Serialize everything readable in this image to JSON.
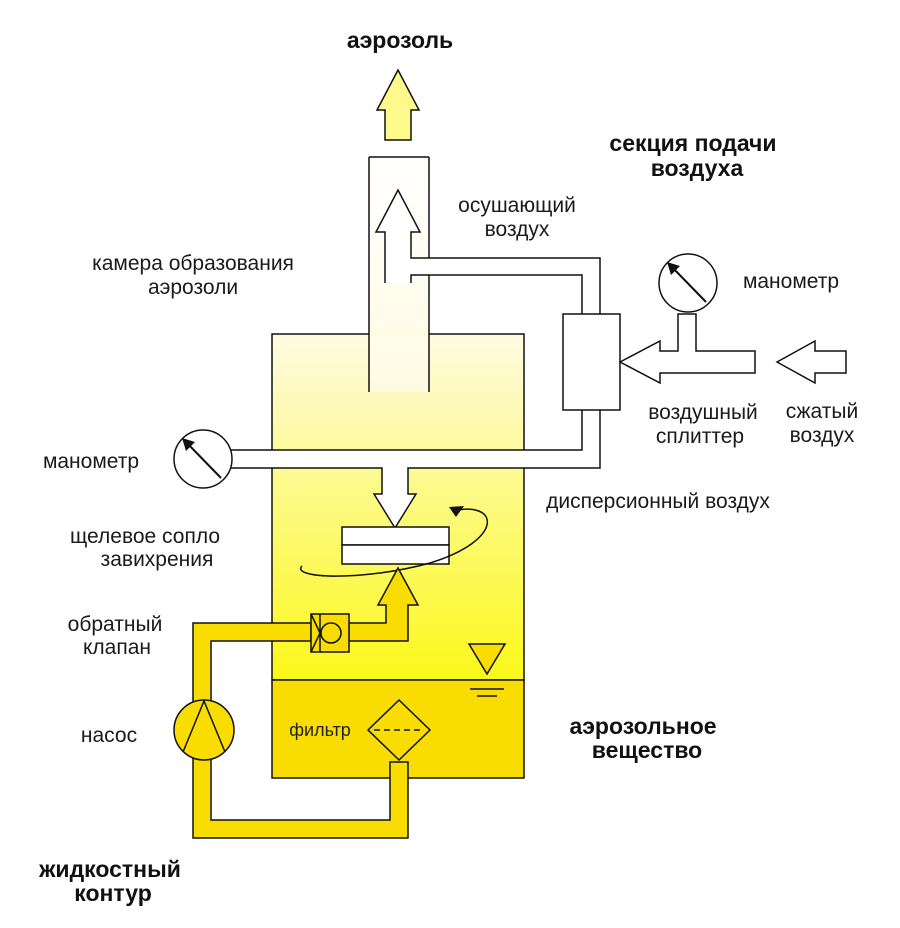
{
  "labels": {
    "aerosol_out": "аэрозоль",
    "air_section_1": "секция подачи",
    "air_section_2": "воздуха",
    "drying_air_1": "осушающий",
    "drying_air_2": "воздух",
    "chamber_1": "камера образования",
    "chamber_2": "аэрозоли",
    "manometer_right": "манометр",
    "manometer_left": "манометр",
    "splitter_1": "воздушный",
    "splitter_2": "сплиттер",
    "compressed_1": "сжатый",
    "compressed_2": "воздух",
    "dispersion_air": "дисперсионный воздух",
    "nozzle_1": "щелевое сопло",
    "nozzle_2": "завихрения",
    "check_valve_1": "обратный",
    "check_valve_2": "клапан",
    "pump": "насос",
    "filter": "фильтр",
    "substance_1": "аэрозольное",
    "substance_2": "вещество",
    "liquid_circuit_1": "жидкостный",
    "liquid_circuit_2": "контур"
  },
  "colors": {
    "liquid": "#f9dd00",
    "liquid_pipe": "#f9dd00",
    "chamber_top": "#fffbe2",
    "chamber_bottom": "#fbf81a",
    "arrow_fill": "#fdf98a",
    "outline": "#111111"
  }
}
